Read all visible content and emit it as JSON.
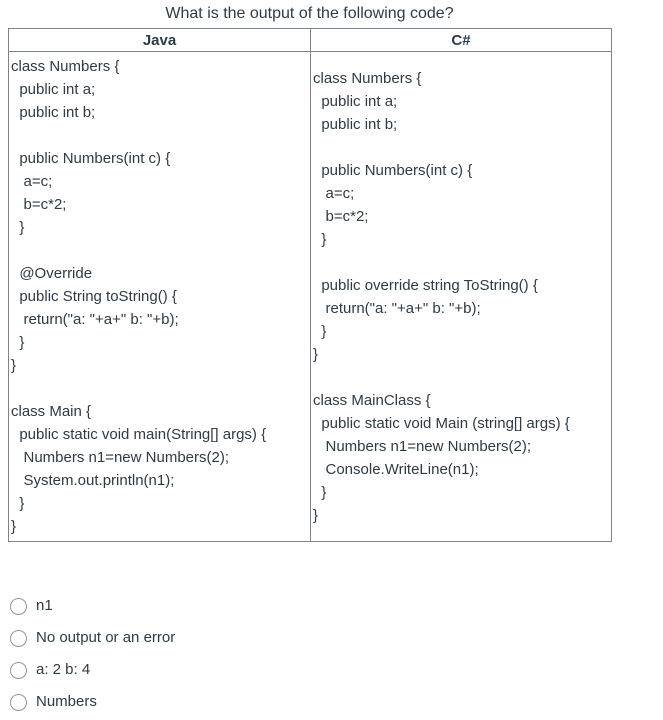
{
  "question": {
    "title": "What is the output of the following code?"
  },
  "table": {
    "headers": {
      "java": "Java",
      "csharp": "C#"
    },
    "java_code": [
      "class Numbers {",
      "  public int a;",
      "  public int b;",
      "",
      "  public Numbers(int c) {",
      "   a=c;",
      "   b=c*2;",
      "  }",
      "",
      "  @Override",
      "  public String toString() {",
      "   return(\"a: \"+a+\" b: \"+b);",
      "  }",
      "}",
      "",
      "class Main {",
      "  public static void main(String[] args) {",
      "   Numbers n1=new Numbers(2);",
      "   System.out.println(n1);",
      "  }",
      "}"
    ],
    "csharp_code": [
      "class Numbers {",
      "  public int a;",
      "  public int b;",
      "",
      "  public Numbers(int c) {",
      "   a=c;",
      "   b=c*2;",
      "  }",
      "",
      "  public override string ToString() {",
      "   return(\"a: \"+a+\" b: \"+b);",
      "  }",
      "}",
      "",
      "class MainClass {",
      "  public static void Main (string[] args) {",
      "   Numbers n1=new Numbers(2);",
      "   Console.WriteLine(n1);",
      "  }",
      "}"
    ]
  },
  "options": {
    "items": [
      {
        "label": "n1",
        "selected": false
      },
      {
        "label": "No output or an error",
        "selected": false
      },
      {
        "label": "a: 2 b: 4",
        "selected": false
      },
      {
        "label": "Numbers",
        "selected": false
      }
    ]
  },
  "colors": {
    "text": "#2d3b45",
    "table_border": "#7d838a",
    "radio_border": "#8f979e",
    "background": "#ffffff"
  }
}
